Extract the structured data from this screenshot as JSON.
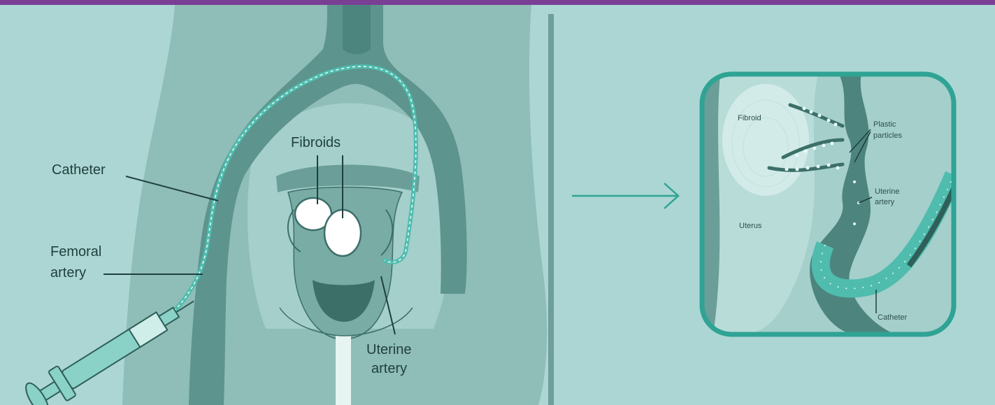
{
  "colors": {
    "background": "#acd6d3",
    "top_bar": "#7a3e94",
    "body": "#8fbdb8",
    "vessel": "#5d948d",
    "vessel_dark": "#3d6f69",
    "catheter": "#4fbcae",
    "accent_border": "#2fa394",
    "text": "#1f3f3d"
  },
  "left_panel": {
    "labels": {
      "catheter": "Catheter",
      "femoral_line1": "Femoral",
      "femoral_line2": "artery",
      "fibroids": "Fibroids",
      "uterine_line1": "Uterine",
      "uterine_line2": "artery"
    }
  },
  "inset": {
    "labels": {
      "fibroid": "Fibroid",
      "plastic_line1": "Plastic",
      "plastic_line2": "particles",
      "uterine_line1": "Uterine",
      "uterine_line2": "artery",
      "uterus": "Uterus",
      "catheter": "Catheter"
    }
  },
  "icons": {
    "connector": "arrow-right-icon",
    "device": "syringe-icon"
  }
}
